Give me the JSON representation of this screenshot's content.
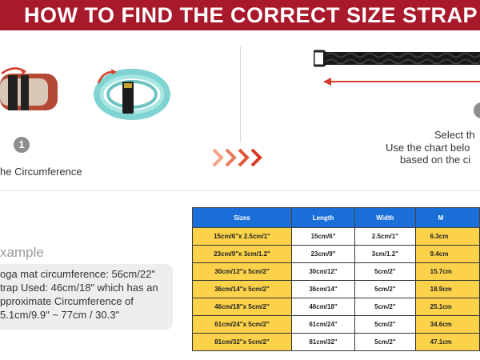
{
  "banner": {
    "title": "HOW TO FIND THE CORRECT SIZE STRAP :"
  },
  "steps": {
    "step1_number": "1",
    "step1_label": "he Circumference",
    "step2_lines": [
      "Select th",
      "Use the chart belo",
      "based on the ci"
    ]
  },
  "example": {
    "title": "xample",
    "lines": [
      "oga mat circumference: 56cm/22\"",
      "trap Used: 46cm/18\" which has an",
      "pproximate Circumference of",
      "5.1cm/9.9\" ~ 77cm / 30.3\""
    ]
  },
  "table": {
    "headers": [
      "Sizes",
      "Length",
      "Width",
      "M"
    ],
    "rows": [
      [
        "15cm/6\"x 2.5cm/1\"",
        "15cm/6\"",
        "2.5cm/1\"",
        "6.3cm"
      ],
      [
        "23cm/9\"x 3cm/1.2\"",
        "23cm/9\"",
        "3cm/1.2\"",
        "9.4cm"
      ],
      [
        "30cm/12\"x 5cm/2\"",
        "30cm/12\"",
        "5cm/2\"",
        "15.7cm"
      ],
      [
        "36cm/14\"x 5cm/2\"",
        "36cm/14\"",
        "5cm/2\"",
        "18.9cm"
      ],
      [
        "46cm/18\"x 5cm/2\"",
        "46cm/18\"",
        "5cm/2\"",
        "25.1cm"
      ],
      [
        "61cm/24\"x 5cm/2\"",
        "61cm/24\"",
        "5cm/2\"",
        "34.6cm"
      ],
      [
        "81cm/32\"x 5cm/2\"",
        "81cm/32\"",
        "5cm/2\"",
        "47.1cm"
      ]
    ]
  },
  "colors": {
    "banner": "#a8192b",
    "table_header": "#1a6ed8",
    "table_highlight": "#fbd24a",
    "arrow": "#d9372c"
  },
  "icons": [
    "yoga-mat-strap-image",
    "hose-coil-strap-image",
    "chevron-arrows-icon",
    "strap-image",
    "red-arrow-icon",
    "example-icon"
  ]
}
